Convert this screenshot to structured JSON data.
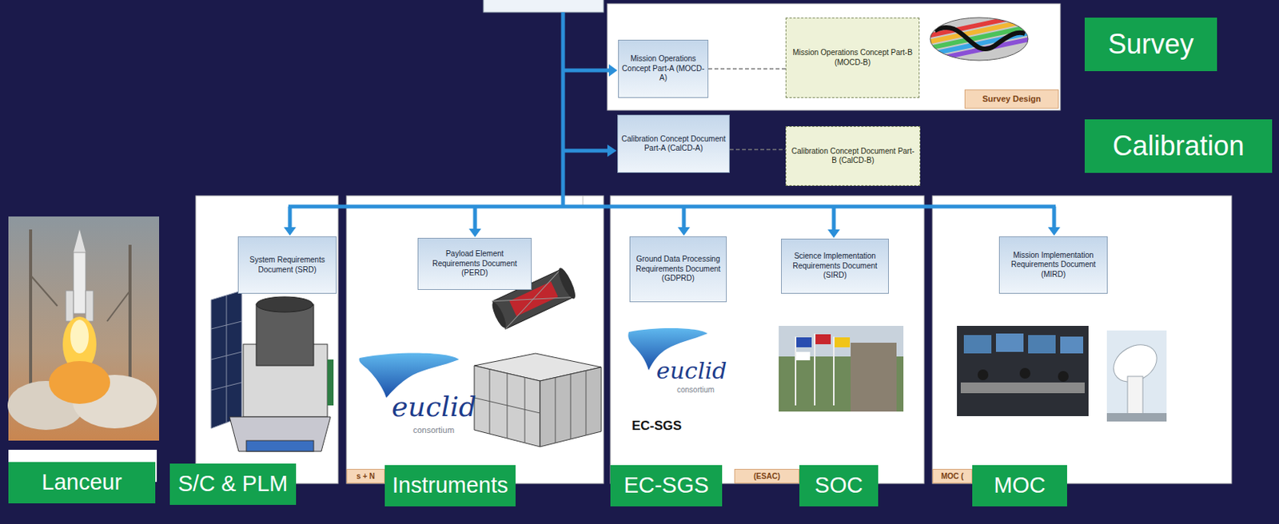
{
  "diagram": {
    "nodes": [
      {
        "text": [
          "Mission Operations Concept Part-A (MOCD-A)"
        ]
      },
      {
        "text": [
          "Mission Operations Concept Part-B (MOCD-B)"
        ]
      },
      {
        "text": [
          "Survey"
        ]
      },
      {
        "text": [
          "Survey Design"
        ]
      },
      {
        "text": [
          "Calibration"
        ]
      },
      {
        "text": [
          "Calibration Concept Document Part-A (CalCD-A)"
        ]
      },
      {
        "text": [
          "Calibration Concept Document Part-B (CalCD-B)"
        ]
      },
      {
        "text": [
          "System Requirements Document (SRD)"
        ]
      },
      {
        "text": [
          "Payload Element Requirements Document (PERD)"
        ]
      },
      {
        "text": [
          "Ground Data Processing Requirements Document (GDPRD)"
        ]
      },
      {
        "text": [
          "Science Implementation Requirements Document (SIRD)"
        ]
      },
      {
        "text": [
          "Mission Implementation Requirements Document (MIRD)"
        ]
      },
      {
        "text": [
          "s + N"
        ]
      },
      {
        "text": [
          "(ESAC)"
        ]
      },
      {
        "text": [
          "MOC ("
        ]
      },
      {
        "text": [
          "Lanceur"
        ]
      },
      {
        "text": [
          "S/C & PLM"
        ]
      },
      {
        "text": [
          "Instruments"
        ]
      },
      {
        "text": [
          "EC-SGS"
        ]
      },
      {
        "text": [
          "SOC"
        ]
      },
      {
        "text": [
          "MOC"
        ]
      }
    ],
    "edges": [
      {
        "from": 0,
        "to": 1,
        "arrow": "none"
      },
      {
        "from": 5,
        "to": 6,
        "arrow": "none"
      }
    ],
    "labels": [
      "euclid",
      "consortium",
      "euclid",
      "consortium",
      "EC-SGS"
    ]
  }
}
